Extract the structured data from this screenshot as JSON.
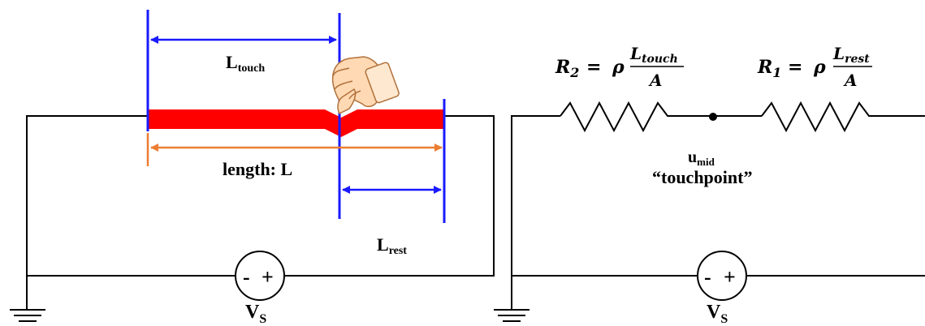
{
  "left": {
    "label_touch": {
      "main": "L",
      "sub": "touch"
    },
    "label_length": "length: L",
    "label_rest": {
      "main": "L",
      "sub": "rest"
    },
    "source": {
      "minus": "-",
      "plus": "+",
      "label_main": "V",
      "label_sub": "S"
    }
  },
  "right": {
    "r2": {
      "name": "R",
      "index": "2",
      "eq": "=",
      "rho": "ρ",
      "num_main": "L",
      "num_sub": "touch",
      "den": "A"
    },
    "r1": {
      "name": "R",
      "index": "1",
      "eq": "=",
      "rho": "ρ",
      "num_main": "L",
      "num_sub": "rest",
      "den": "A"
    },
    "node": {
      "main": "u",
      "sub": "mid",
      "caption": "“touchpoint”"
    },
    "source": {
      "minus": "-",
      "plus": "+",
      "label_main": "V",
      "label_sub": "S"
    }
  },
  "colors": {
    "strip": "#ff0000",
    "dimension_blue": "#1a1aff",
    "dimension_orange": "#ed7d31",
    "wire": "#000000"
  },
  "icons": {
    "finger": "pointing-hand-icon",
    "ground": "ground-icon",
    "resistor": "resistor-zigzag-icon",
    "source": "voltage-source-icon"
  }
}
